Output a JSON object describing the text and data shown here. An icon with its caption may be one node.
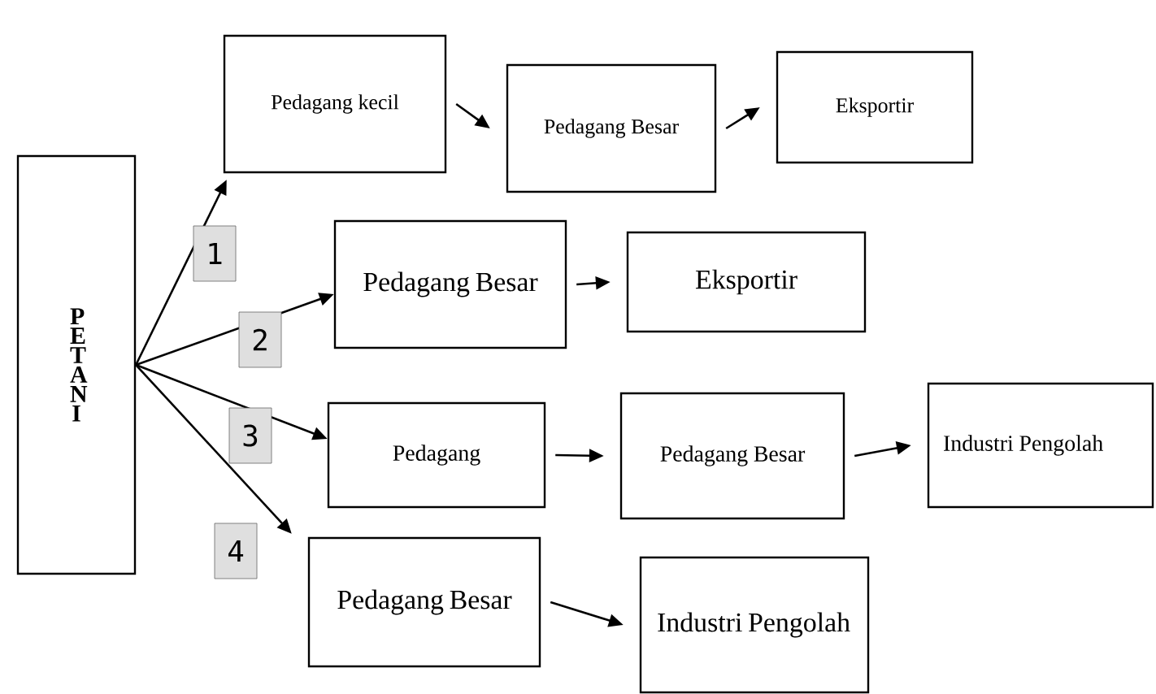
{
  "diagram": {
    "nodes": [
      {
        "text": [
          "P E T A N I"
        ]
      },
      {
        "text": [
          "Pedagang kecil"
        ]
      },
      {
        "text": [
          "Pedagang Besar"
        ]
      },
      {
        "text": [
          "Eksportir"
        ]
      },
      {
        "text": [
          "Pedagang Besar"
        ]
      },
      {
        "text": [
          "Eksportir"
        ]
      },
      {
        "text": [
          "Pedagang"
        ]
      },
      {
        "text": [
          "Pedagang Besar"
        ]
      },
      {
        "text": [
          "Industri Pengolah"
        ]
      },
      {
        "text": [
          "Pedagang Besar"
        ]
      },
      {
        "text": [
          "Industri Pengolah"
        ]
      }
    ],
    "edges": [
      {
        "from": 0,
        "to": 1,
        "arrow": "to"
      },
      {
        "from": 1,
        "to": 2,
        "arrow": "to"
      },
      {
        "from": 2,
        "to": 3,
        "arrow": "to"
      },
      {
        "from": 0,
        "to": 4,
        "arrow": "to"
      },
      {
        "from": 4,
        "to": 5,
        "arrow": "to"
      },
      {
        "from": 0,
        "to": 6,
        "arrow": "to"
      },
      {
        "from": 6,
        "to": 7,
        "arrow": "to"
      },
      {
        "from": 7,
        "to": 8,
        "arrow": "to"
      },
      {
        "from": 0,
        "to": 9,
        "arrow": "to"
      },
      {
        "from": 9,
        "to": 10,
        "arrow": "to"
      }
    ],
    "labels": [
      "1",
      "2",
      "3",
      "4"
    ]
  }
}
